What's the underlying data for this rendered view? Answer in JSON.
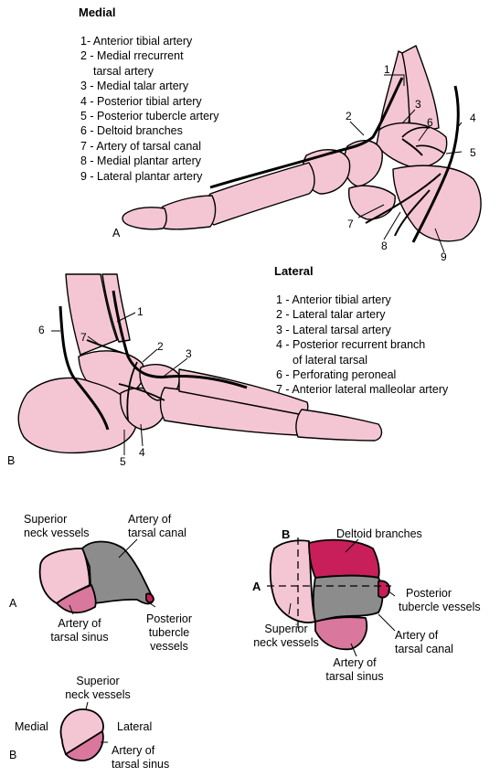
{
  "medial": {
    "heading": "Medial",
    "legend": [
      "1- Anterior tibial artery",
      "2 - Medial rrecurrent",
      "tarsal artery",
      "3 - Medial talar artery",
      "4 - Posterior tibial artery",
      "5 - Posterior tubercle artery",
      "6 - Deltoid branches",
      "7 - Artery of tarsal canal",
      "8 - Medial plantar artery",
      "9 - Lateral plantar artery"
    ],
    "panel_letter": "A",
    "callouts": [
      "1",
      "2",
      "3",
      "4",
      "5",
      "6",
      "7",
      "8",
      "9"
    ]
  },
  "lateral": {
    "heading": "Lateral",
    "legend": [
      "1 - Anterior tibial artery",
      "2 - Lateral talar artery",
      "3 - Lateral tarsal artery",
      "4 - Posterior recurrent branch",
      "of lateral tarsal",
      "6 - Perforating peroneal",
      "7 - Anterior lateral malleolar artery"
    ],
    "panel_letter": "B",
    "callouts": [
      "1",
      "2",
      "3",
      "4",
      "5",
      "6",
      "7"
    ]
  },
  "talus_a": {
    "panel_letter": "A",
    "superior_neck": [
      "Superior",
      "neck vessels"
    ],
    "tarsal_canal": [
      "Artery of",
      "tarsal canal"
    ],
    "tarsal_sinus": [
      "Artery of",
      "tarsal sinus"
    ],
    "posterior_tubercle": [
      "Posterior",
      "tubercle",
      "vessels"
    ]
  },
  "talus_b_right": {
    "section_b": "B",
    "section_a": "A",
    "deltoid": "Deltoid branches",
    "posterior_tubercle": [
      "Posterior",
      "tubercle vessels"
    ],
    "superior_neck": [
      "Superior",
      "neck vessels"
    ],
    "tarsal_canal": [
      "Artery of",
      "tarsal canal"
    ],
    "tarsal_sinus": [
      "Artery of",
      "tarsal sinus"
    ]
  },
  "talus_b_small": {
    "panel_letter": "B",
    "superior_neck": [
      "Superior",
      "neck vessels"
    ],
    "medial": "Medial",
    "lateral": "Lateral",
    "tarsal_sinus": [
      "Artery of",
      "tarsal sinus"
    ]
  },
  "colors": {
    "bone": "#f4c6d3",
    "bone_dark": "#e7a4b8",
    "crimson": "#c81f5a",
    "mauve": "#d9789c",
    "gray": "#8c8c8c",
    "outline": "#000000"
  }
}
